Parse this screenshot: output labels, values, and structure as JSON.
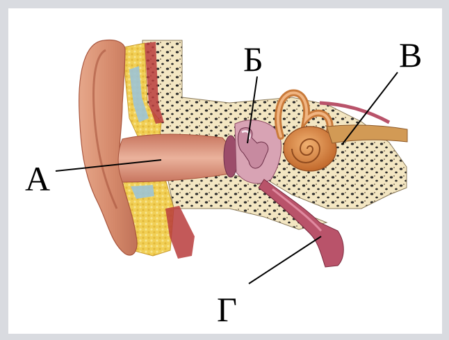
{
  "diagram": {
    "labels": {
      "a": "А",
      "b": "Б",
      "v": "В",
      "g": "Г"
    }
  },
  "colors": {
    "background": "#d9dbe0",
    "panel": "#ffffff",
    "skin": "#d48c6e",
    "skin_dark": "#a8553d",
    "canal": "#e2a28a",
    "bone": "#f3e6c2",
    "bone_dots": "#2a2a2a",
    "cartilage": "#e8c84a",
    "cochlea": "#d9873f",
    "nerve": "#d29a55",
    "tube": "#b9536a",
    "ossicles": "#c78aa0",
    "membrane": "#9c4c6a",
    "muscle": "#b83c3c",
    "leader_lines": "#000000"
  }
}
